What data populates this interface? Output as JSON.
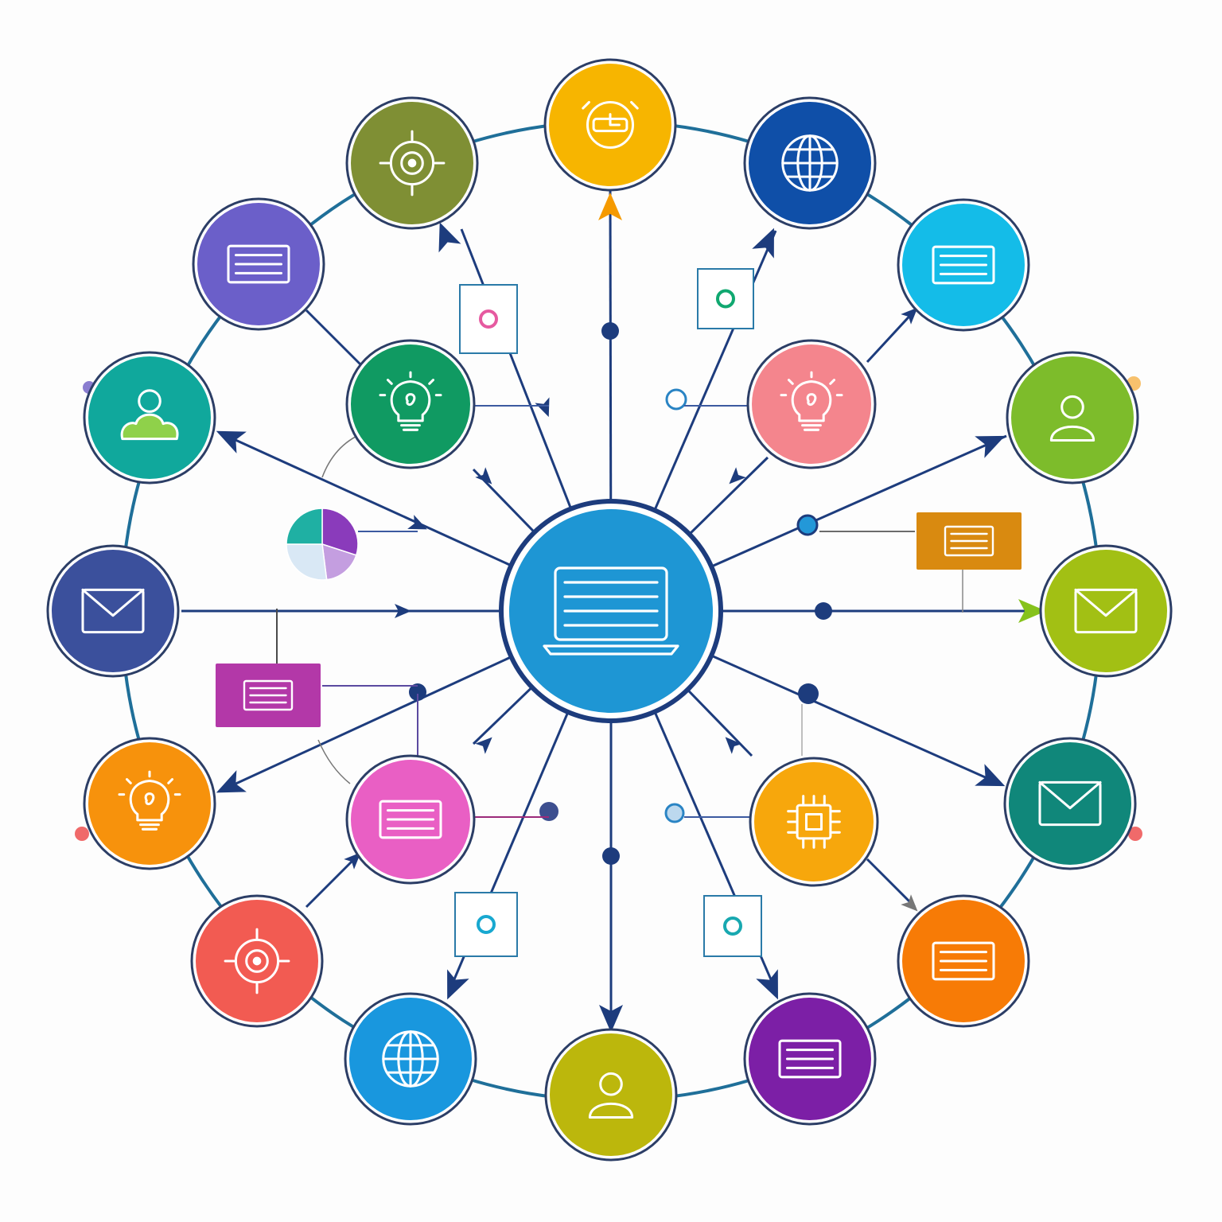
{
  "diagram": {
    "type": "hub-and-spoke network",
    "hub": {
      "icon": "laptop-icon",
      "color": "#1e96d4"
    },
    "ring_color": "#1f6f99",
    "connector_color": "#1d3c7d",
    "outer_nodes": [
      {
        "id": "n01",
        "icon": "clock-icon",
        "color": "#f7b500"
      },
      {
        "id": "n02",
        "icon": "globe-icon",
        "color": "#0f4fa8"
      },
      {
        "id": "n03",
        "icon": "document-icon",
        "color": "#14bce8"
      },
      {
        "id": "n04",
        "icon": "user-icon",
        "color": "#7dbc2b"
      },
      {
        "id": "n05",
        "icon": "envelope-icon",
        "color": "#a2c014"
      },
      {
        "id": "n06",
        "icon": "envelope-icon",
        "color": "#10877a"
      },
      {
        "id": "n07",
        "icon": "document-icon",
        "color": "#f77b06"
      },
      {
        "id": "n08",
        "icon": "document-icon",
        "color": "#7c1fa6"
      },
      {
        "id": "n09",
        "icon": "user-icon",
        "color": "#bcb70c"
      },
      {
        "id": "n10",
        "icon": "globe-icon",
        "color": "#1997de"
      },
      {
        "id": "n11",
        "icon": "target-icon",
        "color": "#f25b52"
      },
      {
        "id": "n12",
        "icon": "lightbulb-icon",
        "color": "#f7920c"
      },
      {
        "id": "n13",
        "icon": "envelope-icon",
        "color": "#3b509c"
      },
      {
        "id": "n14",
        "icon": "cloud-user-icon",
        "color": "#10a89c"
      },
      {
        "id": "n15",
        "icon": "document-icon",
        "color": "#6b5fc9"
      },
      {
        "id": "n16",
        "icon": "target-icon",
        "color": "#7f8f34"
      }
    ],
    "inner_nodes": [
      {
        "id": "i1",
        "icon": "lightbulb-icon",
        "color": "#109a62"
      },
      {
        "id": "i2",
        "icon": "lightbulb-icon",
        "color": "#f4858d"
      },
      {
        "id": "i3",
        "icon": "document-icon",
        "color": "#e95fc4"
      },
      {
        "id": "i4",
        "icon": "cpu-icon",
        "color": "#f7a70c"
      }
    ],
    "callouts": [
      {
        "icon": "document-icon",
        "color": "#d98a10"
      },
      {
        "icon": "document-icon",
        "color": "#b338a8"
      }
    ],
    "pie_slices": [
      {
        "share": 0.3,
        "color": "#8a3bbb"
      },
      {
        "share": 0.18,
        "color": "#c49ee0"
      },
      {
        "share": 0.27,
        "color": "#d9e8f5"
      },
      {
        "share": 0.25,
        "color": "#1fb0a3"
      }
    ]
  }
}
